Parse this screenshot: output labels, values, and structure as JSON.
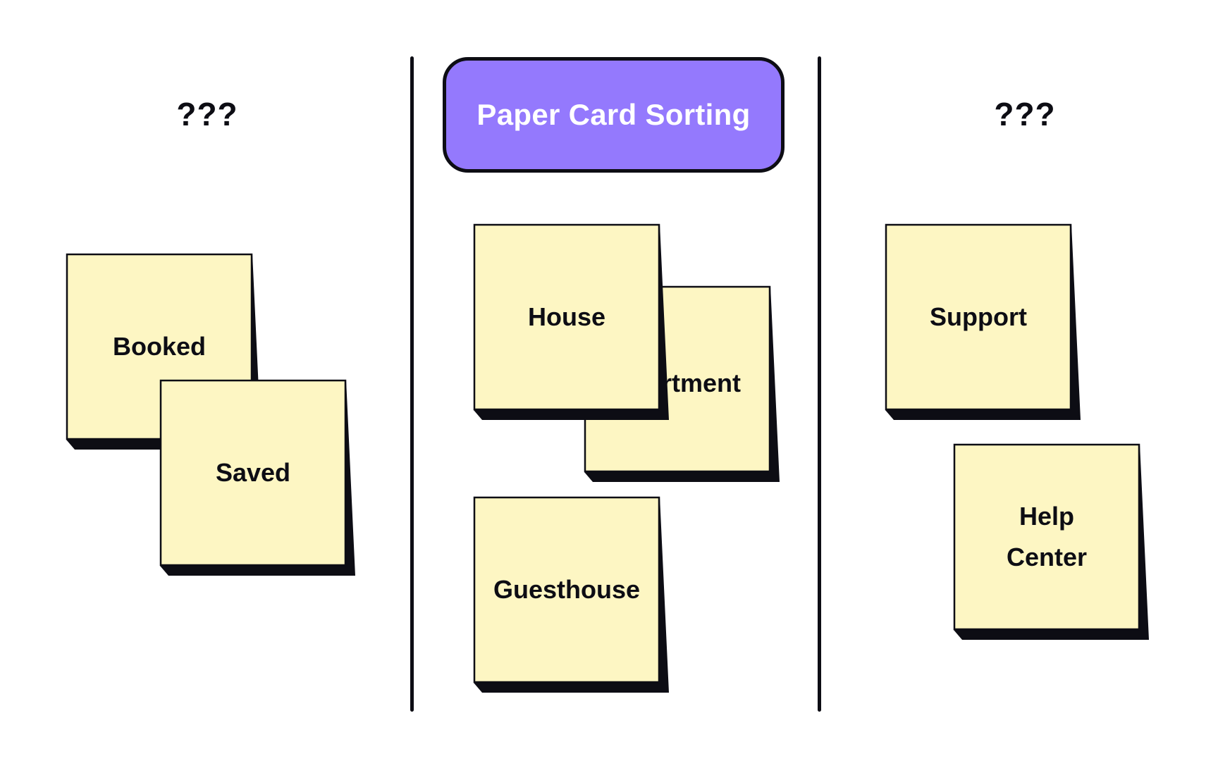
{
  "colors": {
    "sticky_fill": "#fdf6c3",
    "sticky_shadow": "#0d0d14",
    "ink": "#0d0d14",
    "title_fill": "#9479fd"
  },
  "board": {
    "title": "Paper Card Sorting",
    "left_column_title": "???",
    "right_column_title": "???"
  },
  "cards": {
    "booked": "Booked",
    "saved": "Saved",
    "apartment": "Apartment",
    "house": "House",
    "guesthouse": "Guesthouse",
    "support": "Support",
    "help_center": "Help\nCenter"
  }
}
